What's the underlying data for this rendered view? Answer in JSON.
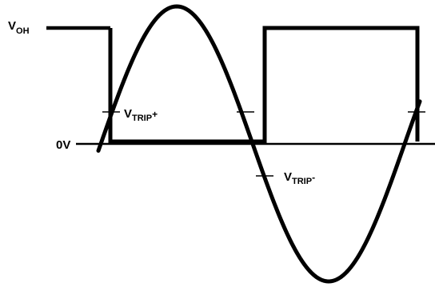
{
  "labels": {
    "voh": {
      "main": "V",
      "sub": "OH"
    },
    "zero": "0V",
    "vtrip_plus": {
      "main": "V",
      "sub": "TRIP",
      "sup": "+"
    },
    "vtrip_minus": {
      "main": "V",
      "sub": "TRIP",
      "sup": "-"
    }
  },
  "colors": {
    "stroke": "#000000",
    "background": "#ffffff"
  }
}
